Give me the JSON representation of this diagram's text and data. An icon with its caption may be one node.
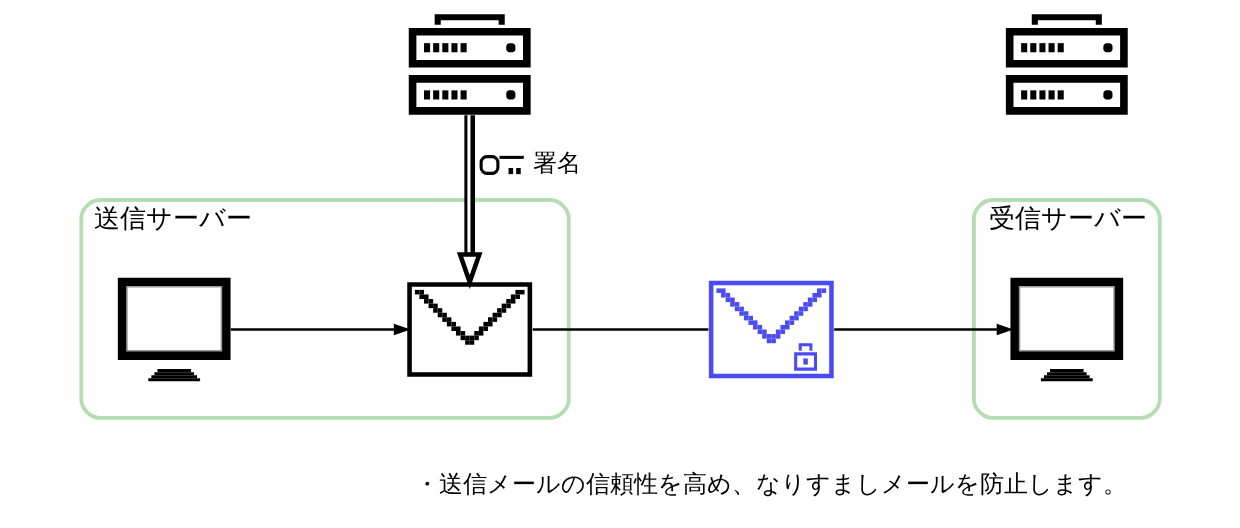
{
  "diagram": {
    "nodes": [
      {
        "text": [
          "送信サーバー"
        ]
      },
      {
        "text": [],
        "shape": "picture"
      },
      {
        "text": [],
        "shape": "picture",
        "in": 0
      },
      {
        "text": [],
        "shape": "picture",
        "in": 0
      },
      {
        "text": [],
        "shape": "picture"
      },
      {
        "text": [
          "受信サーバー"
        ]
      },
      {
        "text": [],
        "shape": "picture"
      },
      {
        "text": [],
        "shape": "picture",
        "in": 5
      }
    ],
    "edges": [
      {
        "from": 1,
        "to": 3,
        "arrow": "to",
        "label": "署名",
        "style": "thick"
      },
      {
        "from": 2,
        "to": 3,
        "arrow": "to"
      },
      {
        "from": 3,
        "to": 4,
        "arrow": "none"
      },
      {
        "from": 4,
        "to": 7,
        "arrow": "to"
      }
    ],
    "labels": [
      "・送信メールの信頼性を高め、なりすましメールを防止します。"
    ]
  }
}
